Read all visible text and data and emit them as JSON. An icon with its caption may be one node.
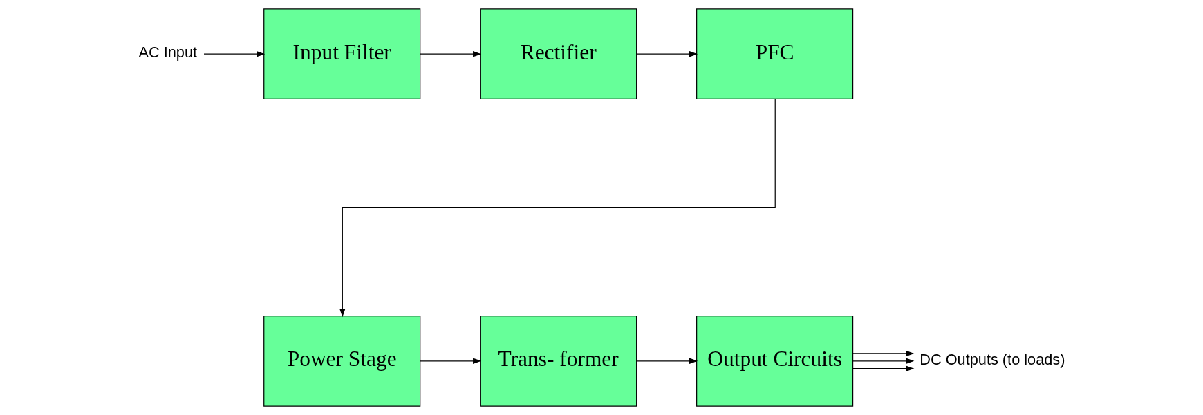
{
  "diagram": {
    "nodes": [
      {
        "text": [
          "AC Input"
        ]
      },
      {
        "text": [
          "Input Filter"
        ]
      },
      {
        "text": [
          "Rectifier"
        ]
      },
      {
        "text": [
          "PFC"
        ]
      },
      {
        "text": [
          "Power Stage"
        ]
      },
      {
        "text": [
          "Trans- former"
        ]
      },
      {
        "text": [
          "Output Circuits"
        ]
      },
      {
        "text": [
          "DC Outputs (to loads)"
        ]
      }
    ],
    "edges": [
      {
        "from": 0,
        "to": 1,
        "arrow": "to"
      },
      {
        "from": 1,
        "to": 2,
        "arrow": "to"
      },
      {
        "from": 2,
        "to": 3,
        "arrow": "to"
      },
      {
        "from": 3,
        "to": 4,
        "arrow": "to"
      },
      {
        "from": 4,
        "to": 5,
        "arrow": "to"
      },
      {
        "from": 5,
        "to": 6,
        "arrow": "to"
      },
      {
        "from": 6,
        "to": 7,
        "arrow": "to"
      },
      {
        "from": 6,
        "to": 7,
        "arrow": "to"
      },
      {
        "from": 6,
        "to": 7,
        "arrow": "to"
      }
    ]
  }
}
